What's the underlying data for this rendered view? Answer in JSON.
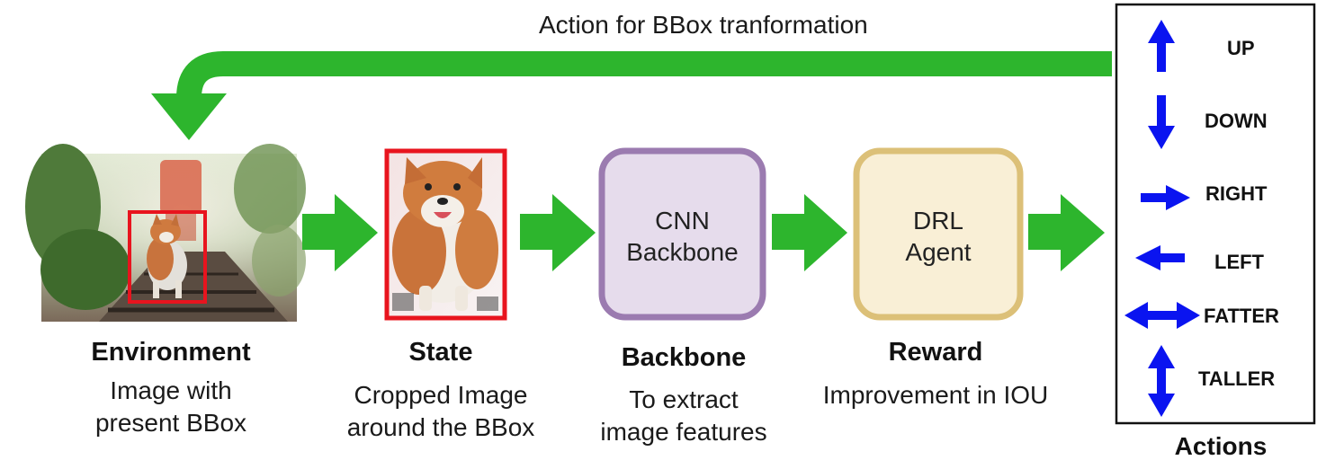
{
  "feedback": {
    "label": "Action for BBox tranformation",
    "color": "#2db52d"
  },
  "stages": [
    {
      "id": "environment",
      "title": "Environment",
      "lines": [
        "Image with",
        "present BBox"
      ]
    },
    {
      "id": "state",
      "title": "State",
      "lines": [
        "Cropped Image",
        "around the BBox"
      ]
    },
    {
      "id": "backbone",
      "title": "Backbone",
      "box_lines": [
        "CNN",
        "Backbone"
      ],
      "lines": [
        "To extract",
        "image features"
      ],
      "fill": "#e6dcec",
      "stroke": "#9b7bb0"
    },
    {
      "id": "reward",
      "title": "Reward",
      "box_lines": [
        "DRL",
        "Agent"
      ],
      "lines": [
        "Improvement in IOU"
      ],
      "fill": "#f9efd6",
      "stroke": "#dcc078"
    }
  ],
  "actions": {
    "title": "Actions",
    "items": [
      {
        "label": "UP",
        "icon": "arrow-up-icon"
      },
      {
        "label": "DOWN",
        "icon": "arrow-down-icon"
      },
      {
        "label": "RIGHT",
        "icon": "arrow-right-icon"
      },
      {
        "label": "LEFT",
        "icon": "arrow-left-icon"
      },
      {
        "label": "FATTER",
        "icon": "arrow-left-right-icon"
      },
      {
        "label": "TALLER",
        "icon": "arrow-up-down-icon"
      }
    ],
    "arrow_color": "#0a14f0"
  },
  "bbox_color": "#e8141e"
}
